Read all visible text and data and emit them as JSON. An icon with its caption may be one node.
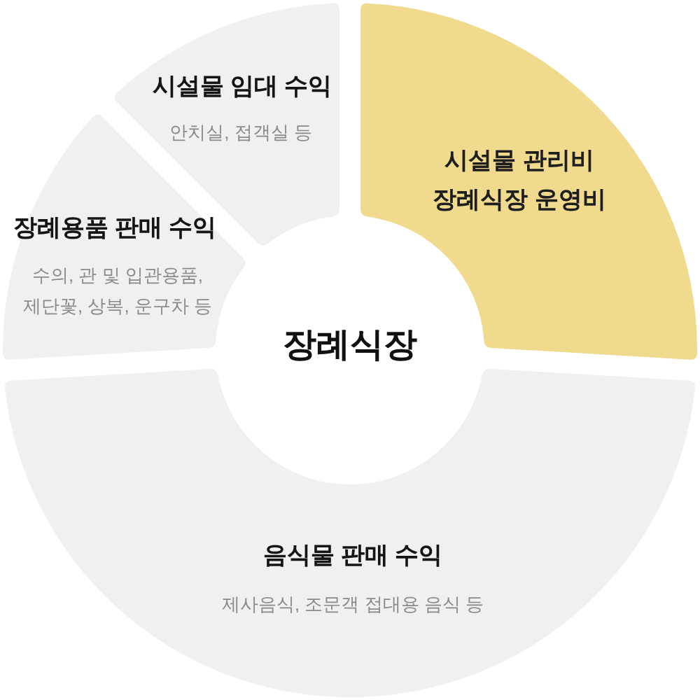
{
  "diagram": {
    "nodes": [
      {
        "text": [
          "시설물 임대 수익",
          "안치실, 접객실 등"
        ]
      },
      {
        "text": [
          "시설물 관리비 장례식장 운영비"
        ]
      },
      {
        "text": [
          "장례용품 판매 수익",
          "수의, 관 및 입관용품, 제단꽃, 상복, 운구차 등"
        ]
      },
      {
        "text": [
          "음식물 판매 수익",
          "제사음식, 조문객 접대용 음식 등"
        ]
      }
    ],
    "labels": [
      "장례식장"
    ]
  }
}
